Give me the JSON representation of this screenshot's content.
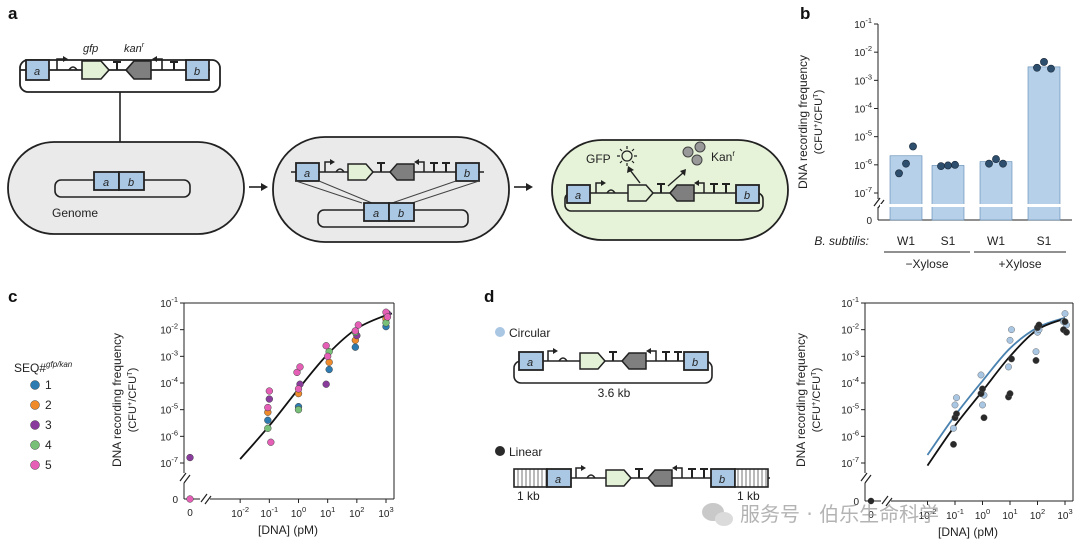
{
  "panels": {
    "a": {
      "label": "a",
      "construct": {
        "a": "a",
        "gfp": "gfp",
        "kan": "kan",
        "kan_sup": "r",
        "b": "b"
      },
      "genome_label": "Genome",
      "gfp_label": "GFP",
      "kan_label": "Kan",
      "kan_label_sup": "r"
    },
    "b": {
      "label": "b"
    },
    "c": {
      "label": "c"
    },
    "d": {
      "label": "d",
      "circular_label": "Circular",
      "circular_size": "3.6 kb",
      "linear_label": "Linear",
      "linear_flank_left": "1 kb",
      "linear_flank_right": "1 kb"
    }
  },
  "watermark": "服务号 · 伯乐生命科学",
  "colors": {
    "blue_box": "#aac8e4",
    "green": "#e6f3d8",
    "grey": "#808080",
    "bar": "#b5d0e8",
    "dot_dark": "#2e4e6e",
    "line_blue": "#4a82b0",
    "line_black": "#111111"
  },
  "chart_data": [
    {
      "id": "b",
      "type": "bar",
      "ylabel": "DNA recording frequency",
      "ylabel_units": "(CFU",
      "ylabel_units_sup1": "+",
      "ylabel_units_mid": "/CFU",
      "ylabel_units_sup2": "T",
      "ylabel_units_end": ")",
      "yscale": "log",
      "ylim": [
        1e-07,
        0.1
      ],
      "yticks": [
        {
          "v": -1,
          "base": "10",
          "exp": "-1"
        },
        {
          "v": -2,
          "base": "10",
          "exp": "-2"
        },
        {
          "v": -3,
          "base": "10",
          "exp": "-3"
        },
        {
          "v": -4,
          "base": "10",
          "exp": "-4"
        },
        {
          "v": -5,
          "base": "10",
          "exp": "-5"
        },
        {
          "v": -6,
          "base": "10",
          "exp": "-6"
        },
        {
          "v": -7,
          "base": "10",
          "exp": "-7"
        }
      ],
      "zero_tick": "0",
      "row_label": "B. subtilis:",
      "categories": [
        "W1",
        "S1",
        "W1",
        "S1"
      ],
      "groups": [
        {
          "label": "−Xylose",
          "categories": [
            0,
            1
          ]
        },
        {
          "label": "+Xylose",
          "categories": [
            2,
            3
          ]
        }
      ],
      "values": [
        2.1e-06,
        9.5e-07,
        1.3e-06,
        0.003
      ],
      "points": [
        [
          5e-07,
          1.1e-06,
          4.5e-06
        ],
        [
          9e-07,
          9.5e-07,
          1e-06
        ],
        [
          1.1e-06,
          1.6e-06,
          1.1e-06
        ],
        [
          0.0028,
          0.0045,
          0.0026
        ]
      ]
    },
    {
      "id": "c",
      "type": "scatter",
      "xlabel": "[DNA] (pM)",
      "ylabel": "DNA recording frequency",
      "ylabel_units": "(CFU",
      "ylabel_units_sup1": "+",
      "ylabel_units_mid": "/CFU",
      "ylabel_units_sup2": "T",
      "ylabel_units_end": ")",
      "xscale": "log",
      "yscale": "log",
      "xlim": [
        0.001,
        1000
      ],
      "ylim": [
        1e-07,
        0.1
      ],
      "xticks": [
        {
          "v": -2,
          "base": "10",
          "exp": "-2"
        },
        {
          "v": -1,
          "base": "10",
          "exp": "-1"
        },
        {
          "v": 0,
          "base": "10",
          "exp": "0"
        },
        {
          "v": 1,
          "base": "10",
          "exp": "1"
        },
        {
          "v": 2,
          "base": "10",
          "exp": "2"
        },
        {
          "v": 3,
          "base": "10",
          "exp": "3"
        }
      ],
      "yticks": [
        {
          "v": -1,
          "base": "10",
          "exp": "-1"
        },
        {
          "v": -2,
          "base": "10",
          "exp": "-2"
        },
        {
          "v": -3,
          "base": "10",
          "exp": "-3"
        },
        {
          "v": -4,
          "base": "10",
          "exp": "-4"
        },
        {
          "v": -5,
          "base": "10",
          "exp": "-5"
        },
        {
          "v": -6,
          "base": "10",
          "exp": "-6"
        },
        {
          "v": -7,
          "base": "10",
          "exp": "-7"
        }
      ],
      "zero_tick": "0",
      "legend_title": "SEQ#",
      "legend_title_sup": "gfp/kan",
      "series": [
        {
          "name": "1",
          "color": "#2d7bb0",
          "points": [
            [
              0.1,
              4e-06
            ],
            [
              1,
              1.3e-05
            ],
            [
              10,
              0.00032
            ],
            [
              100,
              0.0022
            ],
            [
              1000,
              0.013
            ]
          ]
        },
        {
          "name": "2",
          "color": "#f08b2c",
          "points": [
            [
              0.1,
              8e-06
            ],
            [
              1,
              4e-05
            ],
            [
              10,
              0.0006
            ],
            [
              100,
              0.004
            ],
            [
              1000,
              0.025
            ]
          ]
        },
        {
          "name": "3",
          "color": "#8a3c9c",
          "points": [
            [
              0,
              1.6e-07
            ],
            [
              0.1,
              2.5e-05
            ],
            [
              1,
              9e-05
            ],
            [
              10,
              9e-05
            ],
            [
              100,
              0.006
            ],
            [
              1000,
              0.04
            ]
          ]
        },
        {
          "name": "4",
          "color": "#78c078",
          "points": [
            [
              0.1,
              2e-06
            ],
            [
              1,
              1e-05
            ],
            [
              10,
              0.0015
            ],
            [
              100,
              0.008
            ],
            [
              1000,
              0.018
            ]
          ]
        },
        {
          "name": "5",
          "color": "#e45fb5",
          "points": [
            [
              0.1,
              1.2e-05
            ],
            [
              0.1,
              5e-05
            ],
            [
              0.1,
              6e-07
            ],
            [
              1,
              0.00025
            ],
            [
              1,
              6e-05
            ],
            [
              1,
              0.0004
            ],
            [
              10,
              0.0025
            ],
            [
              10,
              0.001
            ],
            [
              100,
              0.015
            ],
            [
              100,
              0.009
            ],
            [
              1000,
              0.045
            ],
            [
              1000,
              0.03
            ]
          ]
        }
      ],
      "fit": [
        [
          0.01,
          1.4e-07
        ],
        [
          0.1,
          2.5e-06
        ],
        [
          1,
          6e-05
        ],
        [
          10,
          0.0012
        ],
        [
          100,
          0.011
        ],
        [
          1000,
          0.035
        ]
      ]
    },
    {
      "id": "d",
      "type": "scatter",
      "xlabel": "[DNA] (pM)",
      "ylabel": "DNA recording frequency",
      "ylabel_units": "(CFU",
      "ylabel_units_sup1": "+",
      "ylabel_units_mid": "/CFU",
      "ylabel_units_sup2": "T",
      "ylabel_units_end": ")",
      "xscale": "log",
      "yscale": "log",
      "xlim": [
        0.001,
        1000
      ],
      "ylim": [
        1e-07,
        0.1
      ],
      "xticks": [
        {
          "v": -2,
          "base": "10",
          "exp": "-2"
        },
        {
          "v": -1,
          "base": "10",
          "exp": "-1"
        },
        {
          "v": 0,
          "base": "10",
          "exp": "0"
        },
        {
          "v": 1,
          "base": "10",
          "exp": "1"
        },
        {
          "v": 2,
          "base": "10",
          "exp": "2"
        },
        {
          "v": 3,
          "base": "10",
          "exp": "3"
        }
      ],
      "yticks": [
        {
          "v": -1,
          "base": "10",
          "exp": "-1"
        },
        {
          "v": -2,
          "base": "10",
          "exp": "-2"
        },
        {
          "v": -3,
          "base": "10",
          "exp": "-3"
        },
        {
          "v": -4,
          "base": "10",
          "exp": "-4"
        },
        {
          "v": -5,
          "base": "10",
          "exp": "-5"
        },
        {
          "v": -6,
          "base": "10",
          "exp": "-6"
        },
        {
          "v": -7,
          "base": "10",
          "exp": "-7"
        }
      ],
      "zero_tick": "0",
      "series": [
        {
          "name": "Circular",
          "color": "#a9c6e2",
          "line": "#4a82b0",
          "points": [
            [
              0.1,
              2e-06
            ],
            [
              0.1,
              1.5e-05
            ],
            [
              0.1,
              2.8e-05
            ],
            [
              1,
              0.0002
            ],
            [
              1,
              1.5e-05
            ],
            [
              1,
              3.5e-05
            ],
            [
              10,
              0.0004
            ],
            [
              10,
              0.004
            ],
            [
              10,
              0.01
            ],
            [
              100,
              0.0015
            ],
            [
              100,
              0.008
            ],
            [
              100,
              0.01
            ],
            [
              1000,
              0.02
            ],
            [
              1000,
              0.04
            ],
            [
              1000,
              0.015
            ]
          ],
          "fit": [
            [
              0.01,
              2e-07
            ],
            [
              0.1,
              6e-06
            ],
            [
              1,
              0.00012
            ],
            [
              10,
              0.002
            ],
            [
              100,
              0.012
            ],
            [
              1000,
              0.028
            ]
          ]
        },
        {
          "name": "Linear",
          "color": "#2a2a2a",
          "line": "#111111",
          "points": [
            [
              0.1,
              5e-07
            ],
            [
              0.1,
              5e-06
            ],
            [
              0.1,
              7e-06
            ],
            [
              1,
              4e-05
            ],
            [
              1,
              6e-05
            ],
            [
              1,
              5e-06
            ],
            [
              10,
              3e-05
            ],
            [
              10,
              4e-05
            ],
            [
              10,
              0.0008
            ],
            [
              100,
              0.0007
            ],
            [
              100,
              0.012
            ],
            [
              100,
              0.015
            ],
            [
              1000,
              0.01
            ],
            [
              1000,
              0.02
            ],
            [
              1000,
              0.008
            ]
          ],
          "fit": [
            [
              0.01,
              8e-08
            ],
            [
              0.1,
              2.5e-06
            ],
            [
              1,
              5e-05
            ],
            [
              10,
              0.001
            ],
            [
              100,
              0.01
            ],
            [
              1000,
              0.026
            ]
          ]
        }
      ]
    }
  ]
}
